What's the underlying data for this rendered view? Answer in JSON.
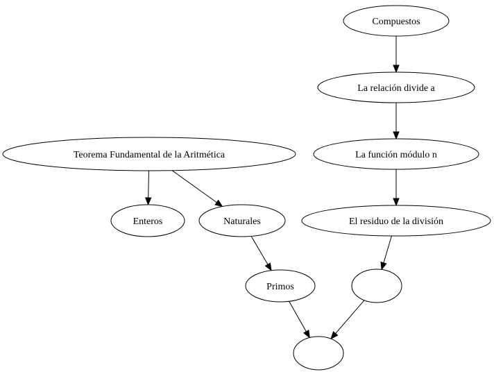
{
  "diagram": {
    "nodes": [
      {
        "id": "compuestos",
        "label": "Compuestos"
      },
      {
        "id": "relacion",
        "label": "La relación divide a"
      },
      {
        "id": "modulo",
        "label": "La función módulo n"
      },
      {
        "id": "residuo",
        "label": "El residuo de la división"
      },
      {
        "id": "blank1",
        "label": ""
      },
      {
        "id": "teorema",
        "label": "Teorema Fundamental de la Aritmética"
      },
      {
        "id": "enteros",
        "label": "Enteros"
      },
      {
        "id": "naturales",
        "label": "Naturales"
      },
      {
        "id": "primos",
        "label": "Primos"
      },
      {
        "id": "blank2",
        "label": ""
      }
    ],
    "edges": [
      {
        "from": "compuestos",
        "to": "relacion"
      },
      {
        "from": "relacion",
        "to": "modulo"
      },
      {
        "from": "modulo",
        "to": "residuo"
      },
      {
        "from": "residuo",
        "to": "blank1"
      },
      {
        "from": "blank1",
        "to": "blank2"
      },
      {
        "from": "teorema",
        "to": "enteros"
      },
      {
        "from": "teorema",
        "to": "naturales"
      },
      {
        "from": "naturales",
        "to": "primos"
      },
      {
        "from": "primos",
        "to": "blank2"
      }
    ]
  }
}
